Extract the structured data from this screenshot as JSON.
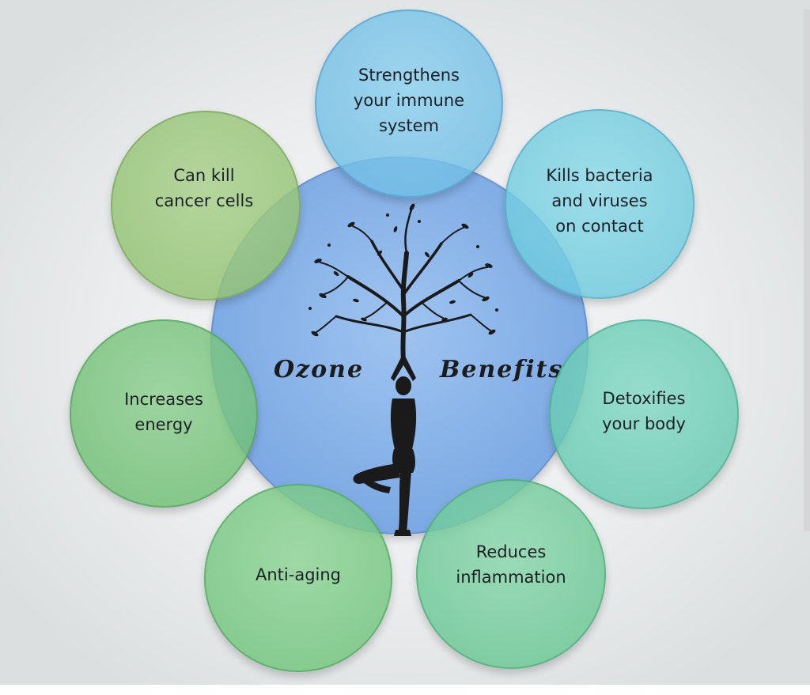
{
  "center": {
    "word_left": "Ozone",
    "word_right": "Benefits"
  },
  "benefits": [
    {
      "key": "immune",
      "label": "Strengthens\nyour immune\nsystem",
      "color": "#7cc3e4"
    },
    {
      "key": "bacteria",
      "label": "Kills bacteria\nand viruses\non contact",
      "color": "#79cce0"
    },
    {
      "key": "detox",
      "label": "Detoxifies\nyour body",
      "color": "#6fcab5"
    },
    {
      "key": "inflam",
      "label": "Reduces\ninflammation",
      "color": "#74c99c"
    },
    {
      "key": "aging",
      "label": "Anti-aging",
      "color": "#7bc783"
    },
    {
      "key": "energy",
      "label": "Increases\nenergy",
      "color": "#77c27b"
    },
    {
      "key": "cancer",
      "label": "Can kill\ncancer cells",
      "color": "#98c77a"
    }
  ],
  "colors": {
    "center_fill": "#8fb8ea",
    "text": "#1b2024"
  }
}
